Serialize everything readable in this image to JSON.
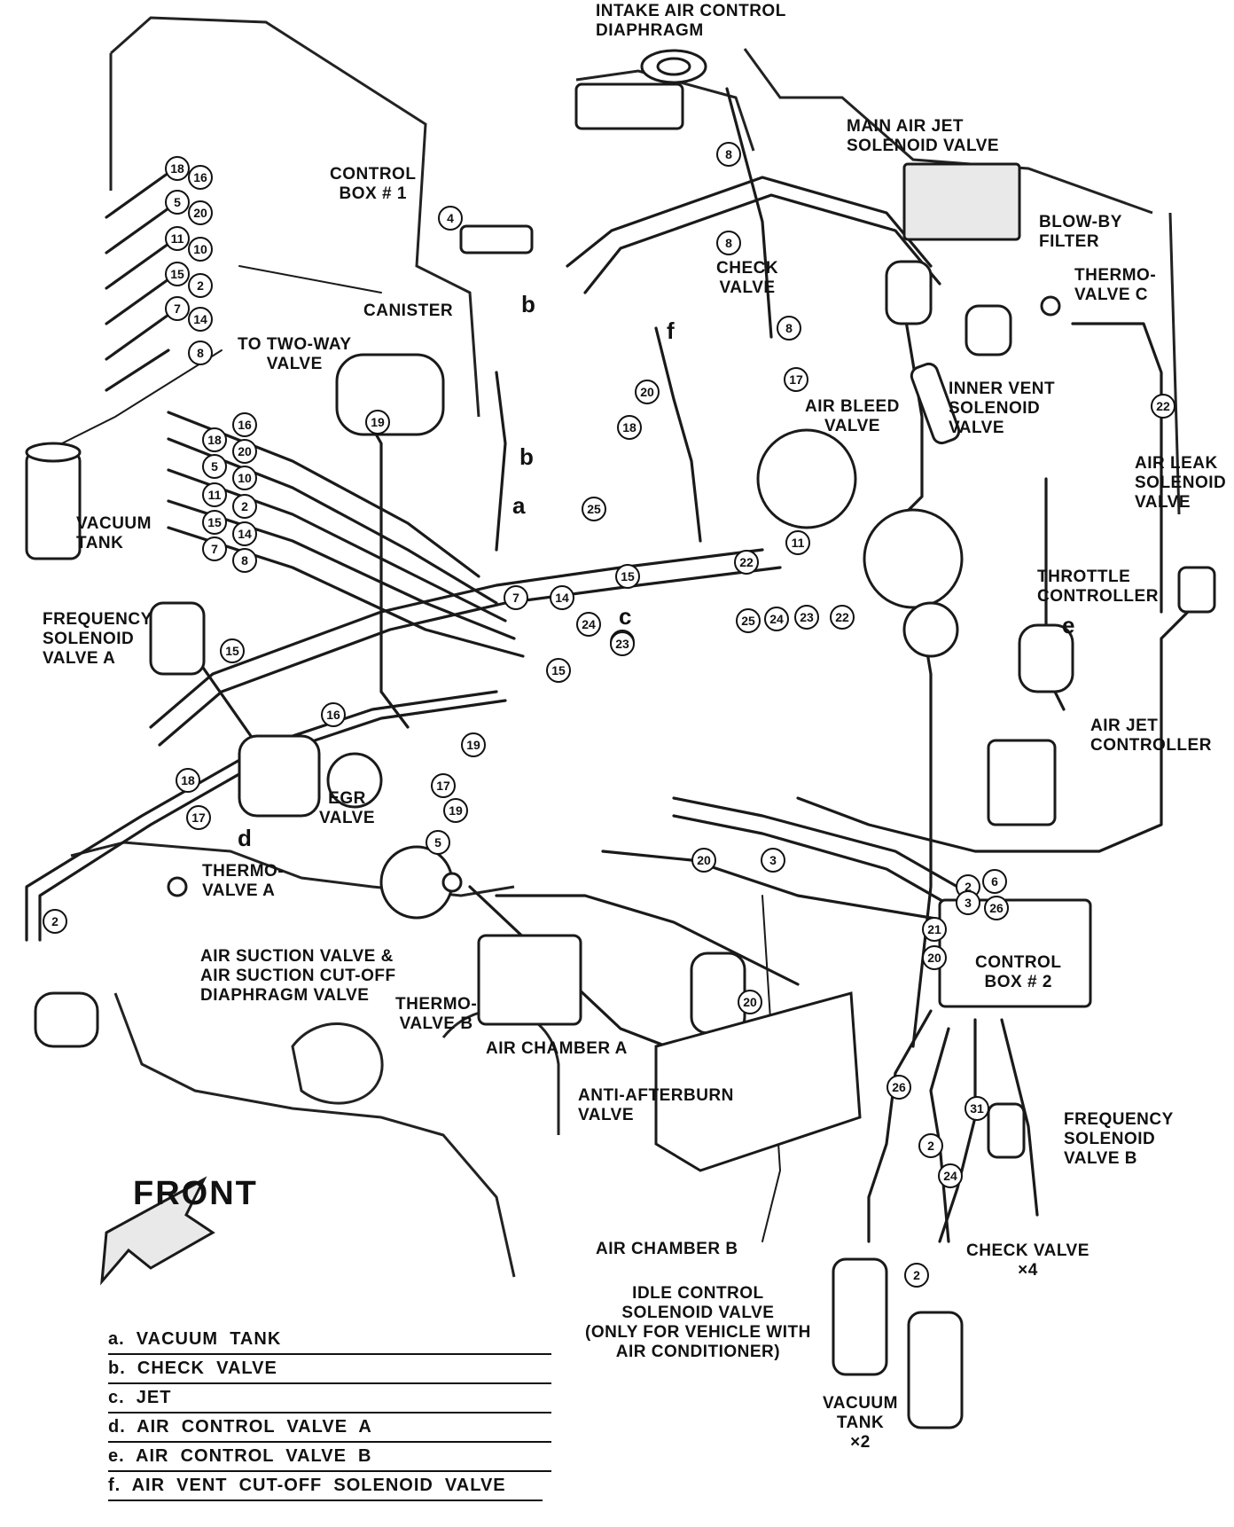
{
  "labels": {
    "intake_air_control_diaphragm": "INTAKE AIR CONTROL\nDIAPHRAGM",
    "main_air_jet_solenoid_valve": "MAIN AIR JET\nSOLENOID VALVE",
    "blow_by_filter": "BLOW-BY\nFILTER",
    "thermo_valve_c": "THERMO-\nVALVE C",
    "control_box_1": "CONTROL\nBOX # 1",
    "check_valve_top": "CHECK\nVALVE",
    "canister": "CANISTER",
    "to_two_way_valve": "TO TWO-WAY\nVALVE",
    "air_bleed_valve": "AIR BLEED\nVALVE",
    "inner_vent_solenoid_valve": "INNER VENT\nSOLENOID\nVALVE",
    "air_leak_solenoid_valve": "AIR LEAK\nSOLENOID\nVALVE",
    "vacuum_tank_left": "VACUUM\nTANK",
    "throttle_controller": "THROTTLE\nCONTROLLER",
    "frequency_solenoid_valve_a": "FREQUENCY\nSOLENOID\nVALVE A",
    "air_jet_controller": "AIR JET\nCONTROLLER",
    "egr_valve": "EGR\nVALVE",
    "thermo_valve_a": "THERMO-\nVALVE A",
    "air_suction_valve": "AIR SUCTION VALVE &\nAIR SUCTION CUT-OFF\nDIAPHRAGM VALVE",
    "thermo_valve_b": "THERMO-\nVALVE B",
    "air_chamber_a": "AIR CHAMBER A",
    "control_box_2": "CONTROL\nBOX # 2",
    "anti_afterburn_valve": "ANTI-AFTERBURN\nVALVE",
    "frequency_solenoid_valve_b": "FREQUENCY\nSOLENOID\nVALVE B",
    "air_chamber_b": "AIR CHAMBER B",
    "check_valve_x4": "CHECK VALVE\n×4",
    "idle_control_solenoid_valve": "IDLE CONTROL\nSOLENOID VALVE\n(ONLY FOR VEHICLE WITH\nAIR CONDITIONER)",
    "vacuum_tank_x2": "VACUUM\nTANK\n×2",
    "front": "FRONT"
  },
  "letters": [
    "a",
    "b",
    "b",
    "c",
    "d",
    "e",
    "f"
  ],
  "hose_numbers": {
    "left_stack": [
      "18",
      "16",
      "5",
      "20",
      "11",
      "10",
      "15",
      "2",
      "7",
      "14",
      "8"
    ],
    "left_stack2": [
      "16",
      "18",
      "20",
      "5",
      "10",
      "11",
      "2",
      "15",
      "14",
      "7",
      "8"
    ],
    "top": [
      "8",
      "8",
      "8",
      "4",
      "17",
      "20",
      "18",
      "25",
      "22",
      "19",
      "23"
    ],
    "middle": [
      "15",
      "7",
      "14",
      "15",
      "24",
      "23",
      "25",
      "24",
      "23",
      "22",
      "11",
      "15",
      "16",
      "17",
      "19",
      "19",
      "5",
      "17",
      "18",
      "2"
    ],
    "lower_right": [
      "22",
      "20",
      "3",
      "2",
      "3",
      "21",
      "20",
      "6",
      "26",
      "20",
      "26",
      "31",
      "2",
      "24",
      "2"
    ]
  },
  "legend": [
    "a.  VACUUM  TANK",
    "b.  CHECK  VALVE",
    "c.  JET",
    "d.  AIR  CONTROL  VALVE  A",
    "e.  AIR  CONTROL  VALVE  B",
    "f.  AIR  VENT  CUT-OFF  SOLENOID  VALVE"
  ]
}
